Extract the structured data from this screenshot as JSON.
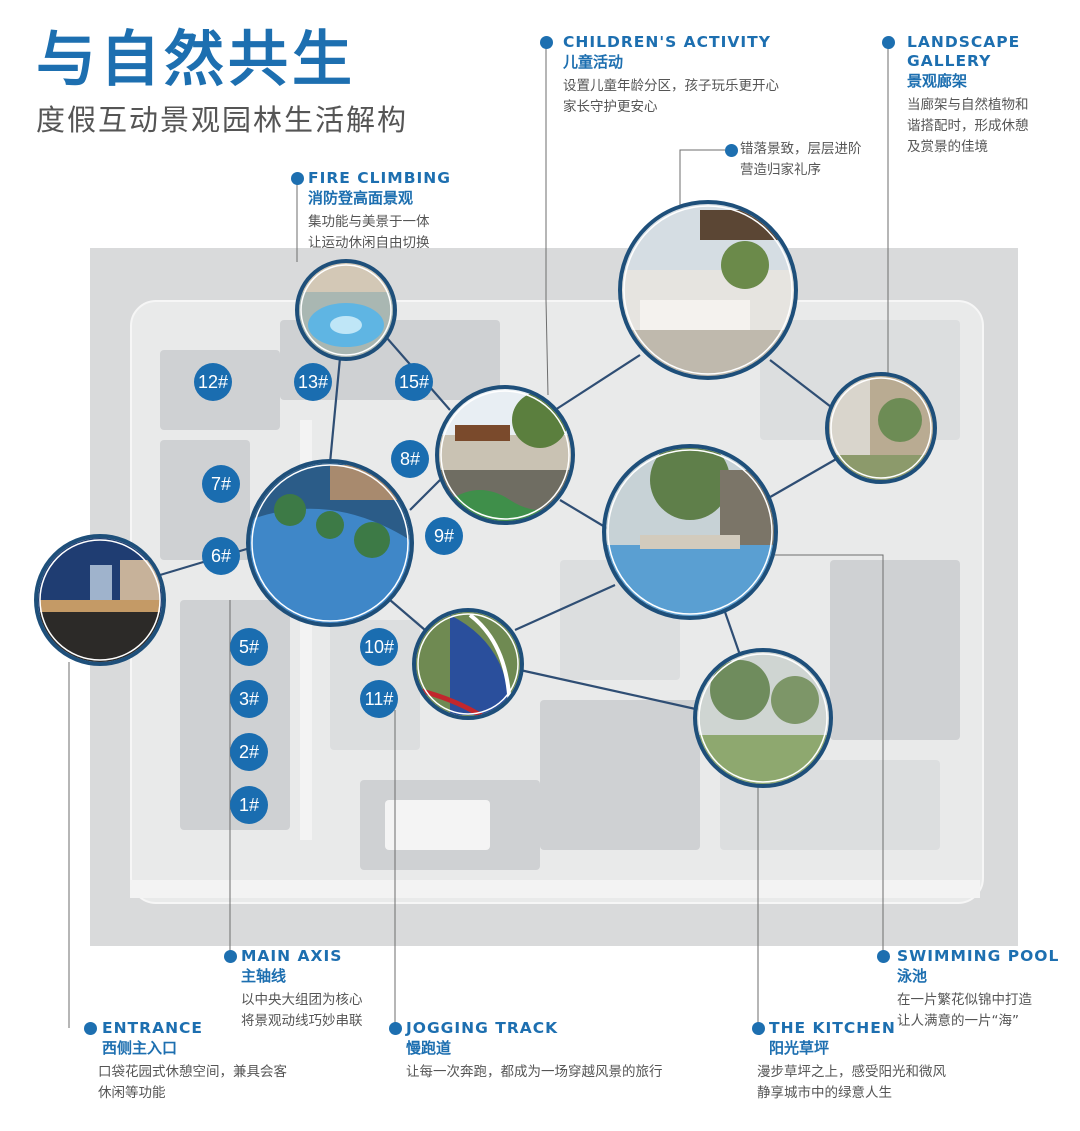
{
  "title": "与自然共生",
  "subtitle": "度假互动景观园林生活解构",
  "labels": {
    "fire": {
      "en": "FIRE CLIMBING",
      "cn": "消防登高面景观",
      "desc1": "集功能与美景于一体",
      "desc2": "让运动休闲自由切换"
    },
    "children": {
      "en": "CHILDREN'S ACTIVITY",
      "cn": "儿童活动",
      "desc1": "设置儿童年龄分区，孩子玩乐更开心",
      "desc2": "家长守护更安心"
    },
    "landscape": {
      "en1": "LANDSCAPE",
      "en2": "GALLERY",
      "cn": "景观廊架",
      "desc1": "当廊架与自然植物和",
      "desc2": "谐搭配时，形成休憩",
      "desc3": "及赏景的佳境"
    },
    "terrace": {
      "desc1": "错落景致，层层进阶",
      "desc2": "营造归家礼序"
    },
    "main_axis": {
      "en": "MAIN AXIS",
      "cn": "主轴线",
      "desc1": "以中央大组团为核心",
      "desc2": "将景观动线巧妙串联"
    },
    "swimming": {
      "en": "SWIMMING POOL",
      "cn": "泳池",
      "desc1": "在一片繁花似锦中打造",
      "desc2": "让人满意的一片“海”"
    },
    "entrance": {
      "en": "ENTRANCE",
      "cn": "西侧主入口",
      "desc1": "口袋花园式休憩空间，兼具会客",
      "desc2": "休闲等功能"
    },
    "jogging": {
      "en": "JOGGING TRACK",
      "cn": "慢跑道",
      "desc1": "让每一次奔跑，都成为一场穿越风景的旅行"
    },
    "kitchen": {
      "en": "THE KITCHEN",
      "cn": "阳光草坪",
      "desc1": "漫步草坪之上，感受阳光和微风",
      "desc2": "静享城市中的绿意人生"
    }
  },
  "buildings": {
    "b12": "12#",
    "b13": "13#",
    "b15": "15#",
    "b8": "8#",
    "b7": "7#",
    "b6": "6#",
    "b9": "9#",
    "b5": "5#",
    "b10": "10#",
    "b3": "3#",
    "b11": "11#",
    "b2": "2#",
    "b1": "1#"
  },
  "colors": {
    "accent": "#1d6fb0",
    "ring": "#1e4f7a",
    "map": "#d9dadb"
  }
}
